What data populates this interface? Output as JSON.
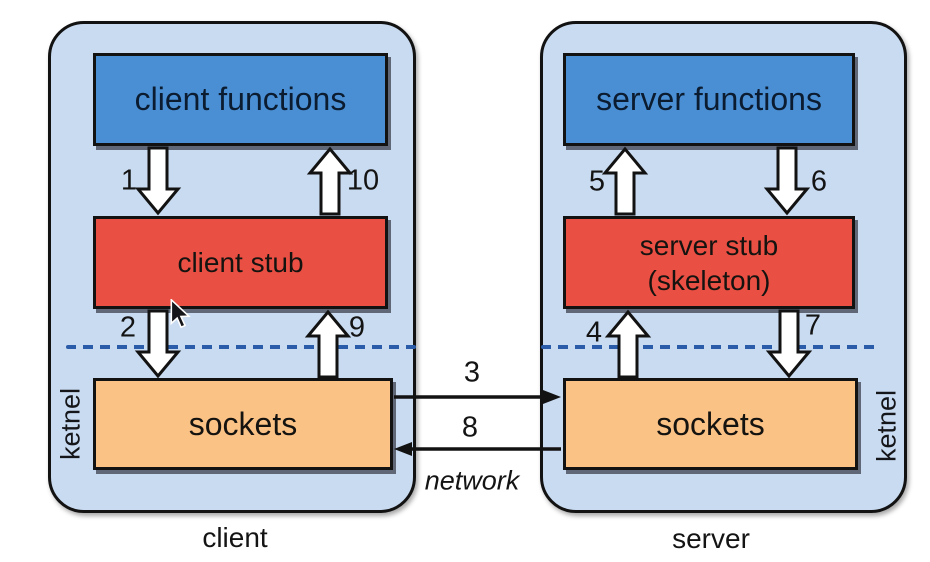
{
  "colors": {
    "page_bg": "#ffffff",
    "container_fill": "#c9dbf1",
    "outline": "#121212",
    "functions_fill": "#4a8fd4",
    "stub_fill": "#e94f43",
    "sockets_fill": "#fbc286",
    "dashed_line": "#2b5ca9",
    "functions_text": "#0c1c30",
    "box_text": "#151310"
  },
  "client": {
    "caption": "client",
    "kernel_label": "ketnel",
    "functions_label": "client functions",
    "stub_label": "client stub",
    "sockets_label": "sockets",
    "steps": {
      "s1": "1",
      "s2": "2",
      "s9": "9",
      "s10": "10"
    }
  },
  "server": {
    "caption": "server",
    "kernel_label": "ketnel",
    "functions_label": "server functions",
    "stub_label_line1": "server stub",
    "stub_label_line2": "(skeleton)",
    "sockets_label": "sockets",
    "steps": {
      "s4": "4",
      "s5": "5",
      "s6": "6",
      "s7": "7"
    }
  },
  "network": {
    "request_step": "3",
    "reply_step": "8",
    "caption": "network"
  }
}
